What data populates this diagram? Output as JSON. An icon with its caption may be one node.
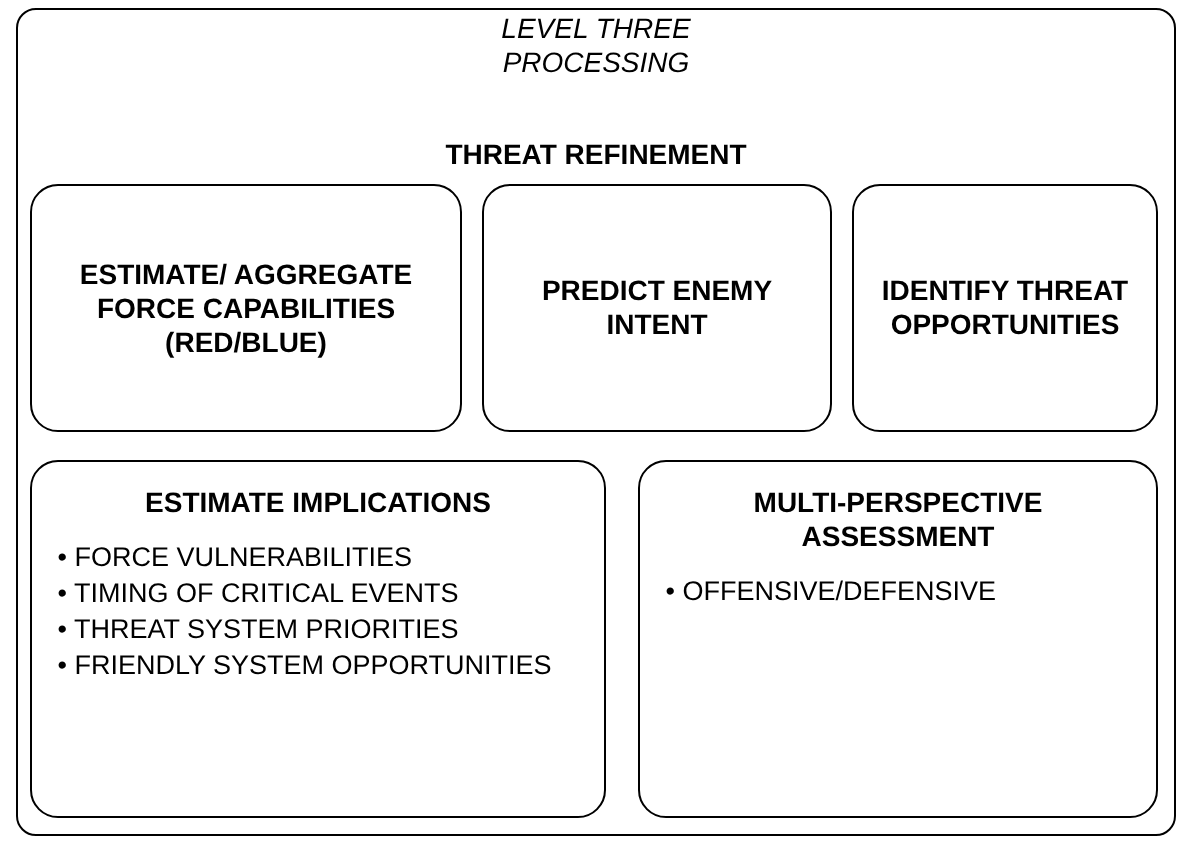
{
  "diagram": {
    "nodes": [
      {
        "text": [
          "LEVEL THREE PROCESSING",
          "THREAT REFINEMENT"
        ]
      },
      {
        "text": [
          "ESTIMATE/ AGGREGATE FORCE CAPABILITIES (RED/BLUE)"
        ],
        "in": 0
      },
      {
        "text": [
          "PREDICT ENEMY INTENT"
        ],
        "in": 0
      },
      {
        "text": [
          "IDENTIFY THREAT OPPORTUNITIES"
        ],
        "in": 0
      },
      {
        "text": [
          "ESTIMATE IMPLICATIONS",
          "• FORCE VULNERABILITIES",
          "• TIMING OF CRITICAL EVENTS",
          "• THREAT SYSTEM PRIORITIES",
          "• FRIENDLY SYSTEM OPPORTUNITIES"
        ],
        "in": 0
      },
      {
        "text": [
          "MULTI-PERSPECTIVE ASSESSMENT",
          "• OFFENSIVE/DEFENSIVE"
        ],
        "in": 0
      }
    ]
  }
}
